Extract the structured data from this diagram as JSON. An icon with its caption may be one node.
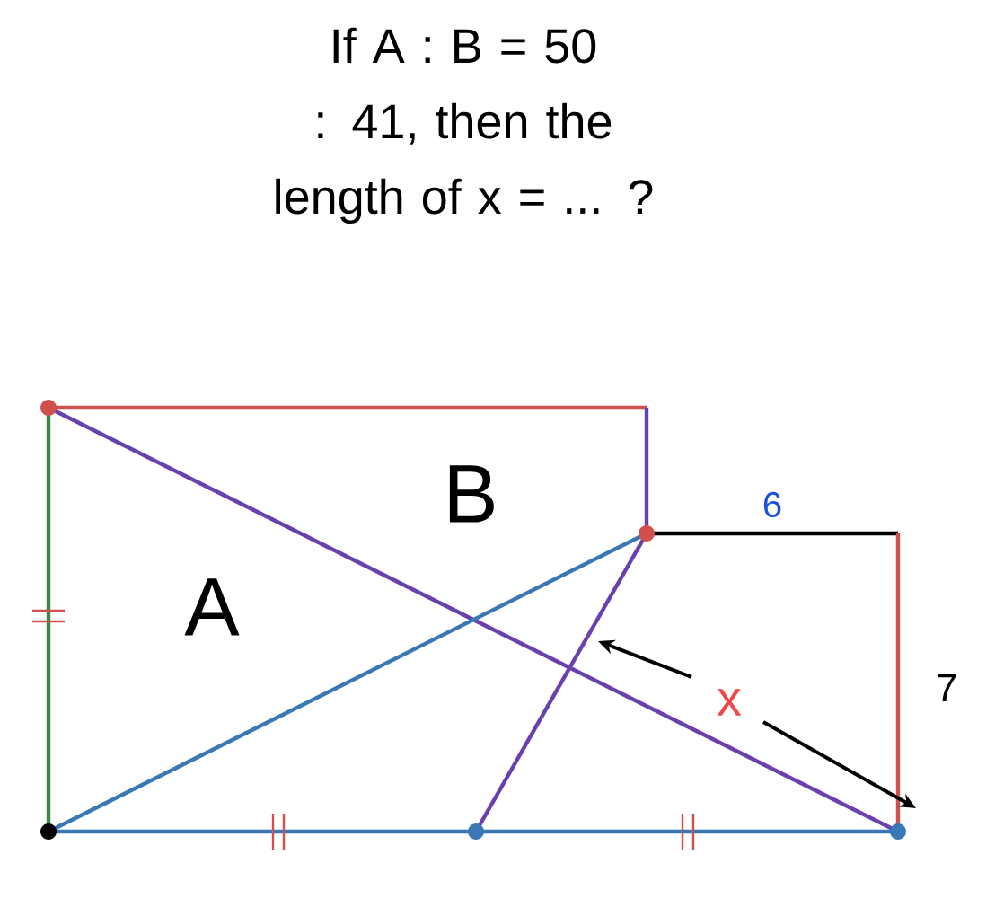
{
  "diagram": {
    "title": "If A : B = 50 : 41, then the length of x = ... ?",
    "labels": [
      "A",
      "B",
      "6",
      "x",
      "7"
    ]
  }
}
